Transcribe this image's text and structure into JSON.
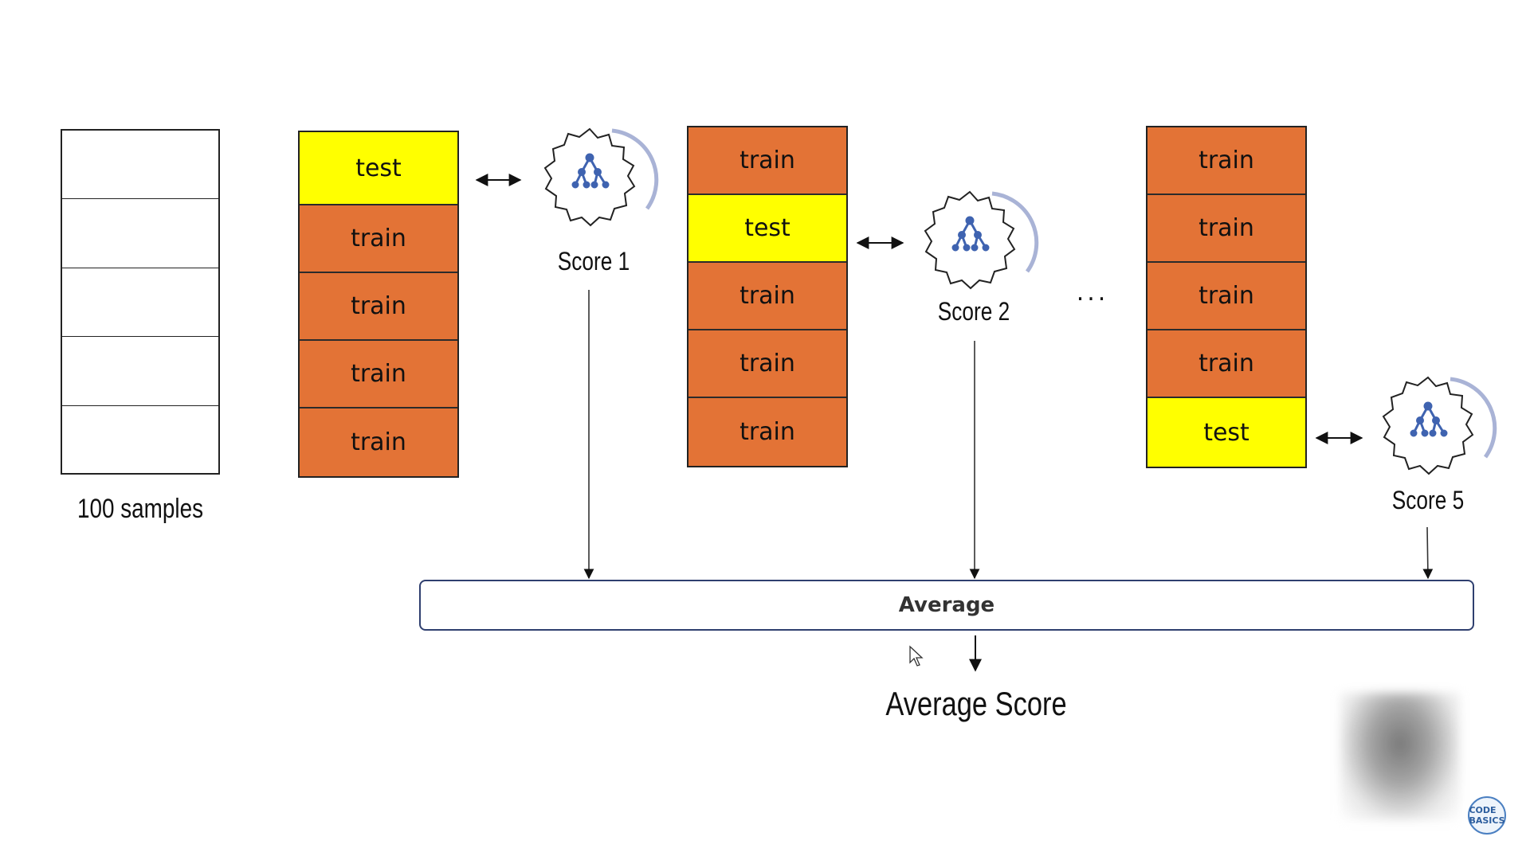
{
  "samples": {
    "label": "100 samples",
    "rows": 5
  },
  "folds": [
    {
      "cells": [
        "test",
        "train",
        "train",
        "train",
        "train"
      ],
      "score_label": "Score 1"
    },
    {
      "cells": [
        "train",
        "test",
        "train",
        "train",
        "train"
      ],
      "score_label": "Score 2"
    },
    {
      "cells": [
        "train",
        "train",
        "train",
        "train",
        "test"
      ],
      "score_label": "Score 5"
    }
  ],
  "ellipsis": "...",
  "average": {
    "box_label": "Average",
    "result_label": "Average Score"
  },
  "colors": {
    "train": "#E37336",
    "test": "#FFFF00",
    "model_icon": "#3F63B0",
    "arc": "#A9B3D6"
  },
  "icons": [
    "model-gear-icon",
    "double-arrow-icon",
    "down-arrow-icon",
    "mouse-cursor-icon"
  ],
  "logo": "CODE BASICS"
}
